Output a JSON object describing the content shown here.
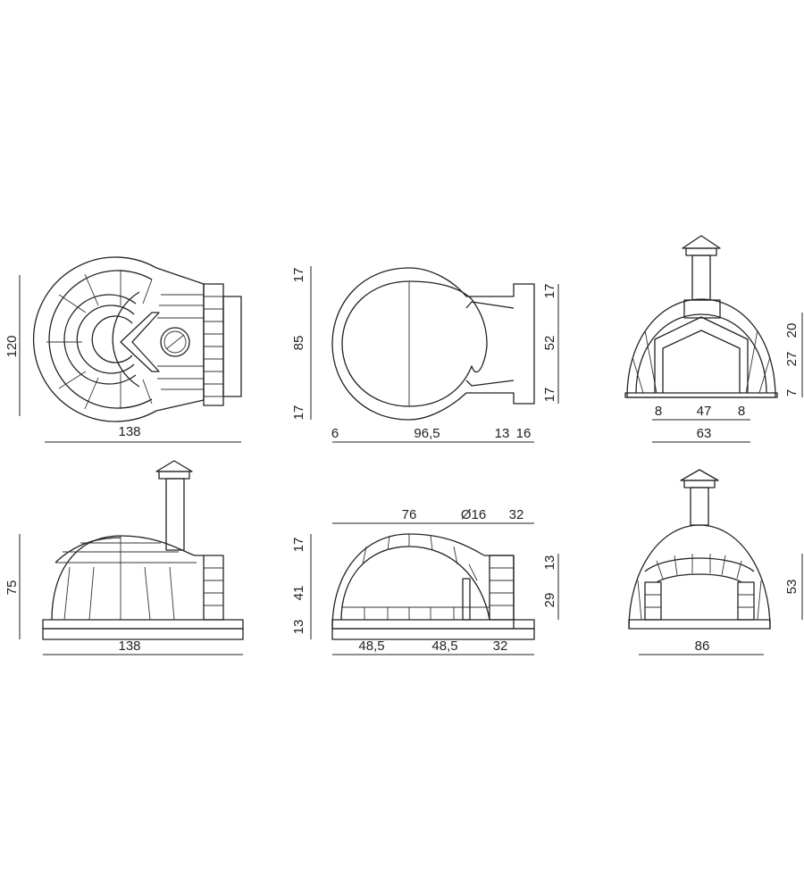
{
  "views": {
    "top_view": {
      "height": "120",
      "width": "138"
    },
    "floor_plan": {
      "left_17": "17",
      "left_85": "85",
      "left_17b": "17",
      "bottom_6": "6",
      "bottom_96_5": "96,5",
      "bottom_13": "13",
      "bottom_16": "16",
      "right_17": "17",
      "right_52": "52",
      "right_17b": "17"
    },
    "front_view": {
      "right_20": "20",
      "right_27": "27",
      "right_7": "7",
      "bottom_8": "8",
      "bottom_47": "47",
      "bottom_8b": "8",
      "bottom_63": "63"
    },
    "side_view": {
      "height": "75",
      "width": "138"
    },
    "section_view": {
      "top_76": "76",
      "top_d16": "Ø16",
      "top_32": "32",
      "left_17": "17",
      "left_41": "41",
      "left_13": "13",
      "right_13": "13",
      "right_29": "29",
      "bottom_48_5": "48,5",
      "bottom_48_5b": "48,5",
      "bottom_32": "32"
    },
    "rear_section_view": {
      "height": "53",
      "width": "86"
    }
  }
}
